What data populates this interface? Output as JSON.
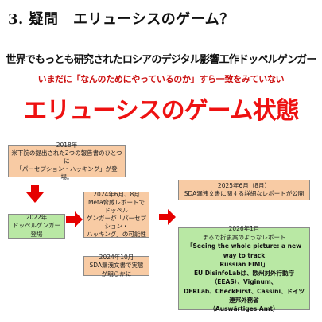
{
  "heading": "3. 疑問　エリューシスのゲーム？",
  "subhead1": "世界でもっとも研究されたロシアのデジタル影響工作ドッペルゲンガー",
  "subhead2": "いまだに「なんのためにやっているのか」すら一致をみていない",
  "big_title": "エリューシスのゲーム状態",
  "boxes": {
    "b2018": {
      "year": "2018年",
      "line1": "米下院の提出された2つの報告書のひとつに",
      "line2": "「パーセプション・ハッキング」が登場。"
    },
    "b2022": {
      "year": "2022年",
      "line1": "ドッペルゲンガー登場"
    },
    "b2024_jun": {
      "year": "2024年6月、8月",
      "line1": "Meta脅威レポートでドッペル",
      "line2": "ゲンガーが「パーセプション・",
      "line3": "ハッキング」の可能性"
    },
    "b2024_oct": {
      "year": "2024年10月",
      "line1": "SDA漏洩文書で実態が明らかに"
    },
    "b2025": {
      "year": "2025年6月（8月）",
      "line1": "SDA漏洩文書に関する詳細なレポートが公開"
    },
    "b2026": {
      "year": "2026年1月",
      "line1": "まるで折衷案のようなレポート",
      "line2": "「Seeing the whole picture: a new way to track",
      "line3": "Russian FIMI」",
      "line4": "EU DisinfoLabは、欧州対外行動庁（EEAS）、Viginum、",
      "line5": "DFRLab、CheckFirst、Cassini、ドイツ連邦外務省",
      "line6": "（Auswärtiges Amt）"
    }
  },
  "colors": {
    "title_red": "#ee1111",
    "arrow_red": "#e60000",
    "box_orange": "#f8cba4",
    "box_green": "#b9e8a4"
  }
}
